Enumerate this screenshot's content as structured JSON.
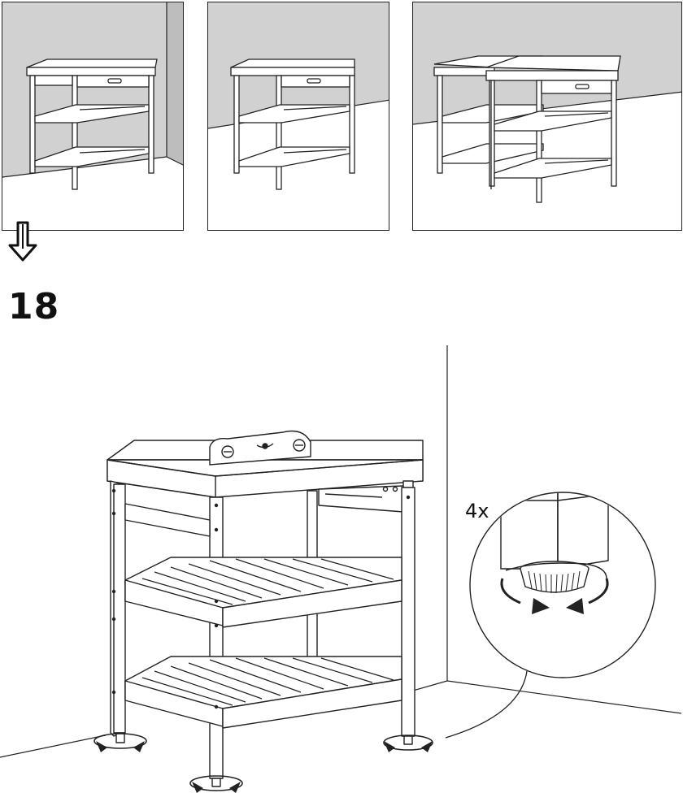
{
  "step": {
    "number": "18"
  },
  "detail": {
    "quantity_label": "4x"
  },
  "overview_panels": [
    {
      "name": "single-cart-in-corner"
    },
    {
      "name": "single-cart-against-wall"
    },
    {
      "name": "two-carts-side-by-side"
    }
  ],
  "icons": {
    "continue": "next-step-arrow-icon",
    "rotate": "rotate-arrows-icon",
    "level": "spirit-level-icon"
  }
}
